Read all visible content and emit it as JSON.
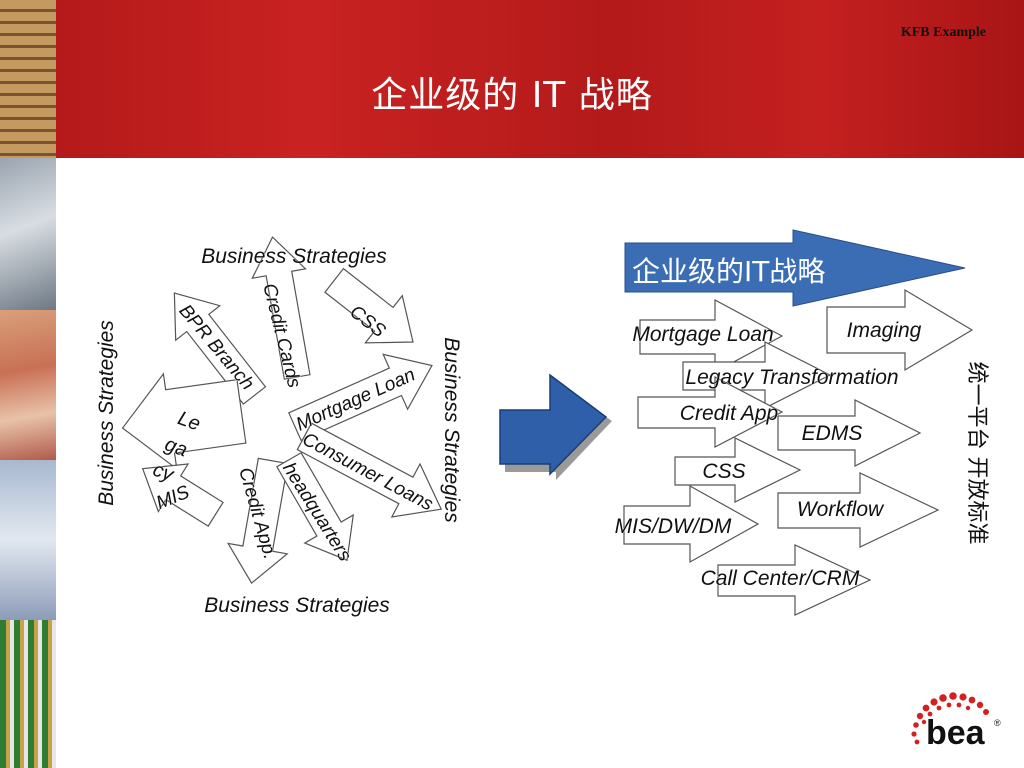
{
  "slide": {
    "corner_label": "KFB Example",
    "title": "企业级的 IT 战略"
  },
  "colors": {
    "header_red": "#c02020",
    "banner_blue": "#3a6db3",
    "middle_arrow_blue": "#2f5fa8",
    "arrow_outline": "#555555",
    "text": "#111111"
  },
  "left_cluster": {
    "frame_labels": {
      "top": "Business Strategies",
      "bottom": "Business Strategies",
      "left": "Business Strategies",
      "right": "Business Strategies"
    },
    "arrow_labels": {
      "credit_cards": "Credit Cards",
      "css": "CSS",
      "bpr_branch": "BPR Branch",
      "mortgage_loan": "Mortgage Loan",
      "legacy_le": "Le",
      "legacy_ga": "ga",
      "legacy_cy": "cy",
      "mis": "MIS",
      "credit_app": "Credit App.",
      "headquarters": "headquarters",
      "consumer_loans": "Consumer Loans"
    }
  },
  "right_cluster": {
    "banner": "企业级的IT战略",
    "arrow_labels": {
      "mortgage_loan": "Mortgage Loan",
      "imaging": "Imaging",
      "legacy_transformation": "Legacy Transformation",
      "credit_app": "Credit App",
      "edms": "EDMS",
      "css": "CSS",
      "workflow": "Workflow",
      "mis_dw_dm": "MIS/DW/DM",
      "call_center_crm": "Call Center/CRM"
    },
    "vertical_text": "统一平台 开放标准"
  },
  "logo": {
    "text": "bea",
    "registered": "®"
  }
}
